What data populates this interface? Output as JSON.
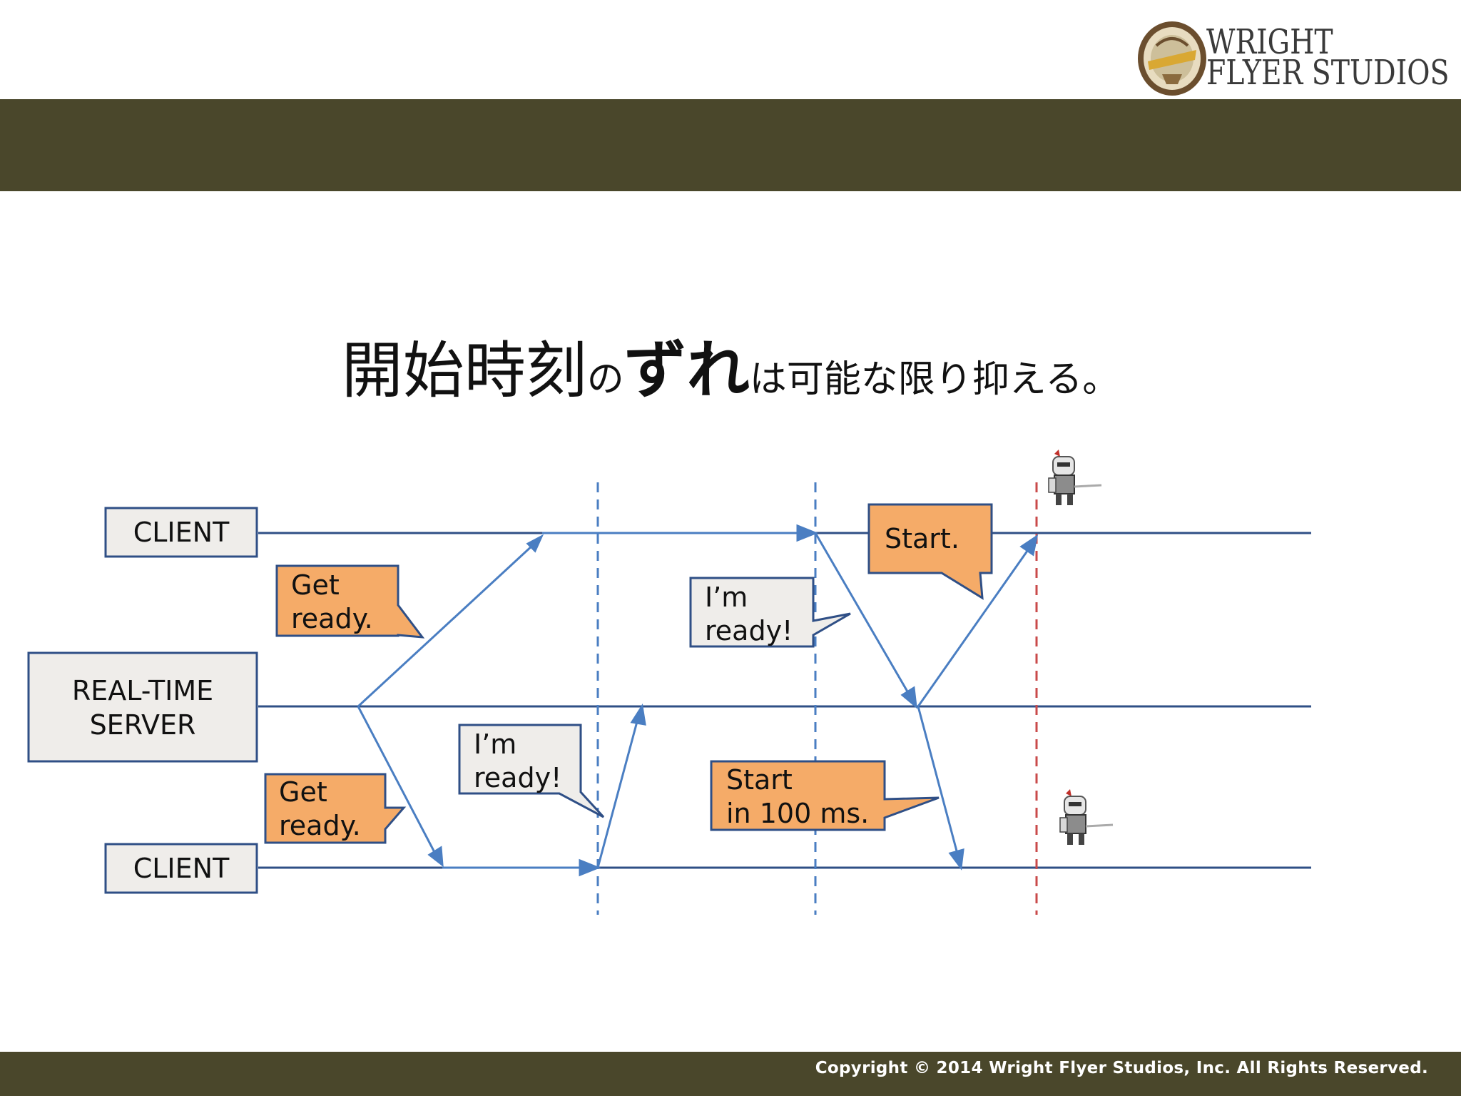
{
  "slide": {
    "title": {
      "part1": "開始時刻",
      "part2": "の",
      "part3": "ずれ",
      "part4": "は可能な限り抑える。"
    },
    "copyright": "Copyright © 2014 Wright Flyer Studios, Inc. All Rights Reserved.",
    "logo": {
      "line1": "WRIGHT",
      "line2": "FLYER STUDIOS"
    },
    "colors": {
      "band": "#4a472b",
      "line": "#2f4f86",
      "arrow": "#4a7ec2",
      "orange": "#f5ab68",
      "grey": "#efedea",
      "red_dash": "#c94a4a"
    }
  },
  "diagram": {
    "nodes": {
      "client_top": "CLIENT",
      "server_line1": "REAL-TIME",
      "server_line2": "SERVER",
      "client_bottom": "CLIENT"
    },
    "callouts": {
      "get_ready_top": [
        "Get",
        "ready."
      ],
      "get_ready_bottom": [
        "Get",
        "ready."
      ],
      "im_ready_top": [
        "I’m",
        "ready!"
      ],
      "im_ready_bottom": [
        "I’m",
        "ready!"
      ],
      "start_top": [
        "Start."
      ],
      "start_bottom": [
        "Start",
        "in 100 ms."
      ]
    }
  }
}
